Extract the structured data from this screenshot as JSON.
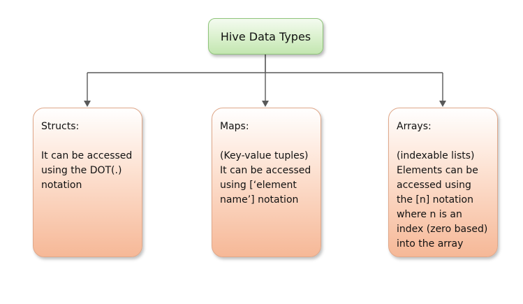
{
  "root": {
    "label": "Hive Data Types"
  },
  "children": [
    {
      "title": "Structs:",
      "description": "It can be accessed\nusing the DOT(.)\nnotation"
    },
    {
      "title": "Maps:",
      "description": "(Key-value tuples)\nIt can be accessed\nusing [‘element\nname’] notation"
    },
    {
      "title": "Arrays:",
      "description": "(indexable lists)\nElements can be\naccessed using\nthe [n] notation\nwhere n is an\nindex (zero based)\ninto the array"
    }
  ],
  "colors": {
    "root_fill": "#d9f0cc",
    "root_border": "#8fc47a",
    "child_fill": "#f6b897",
    "child_border": "#e0a88a",
    "connector": "#595959"
  }
}
